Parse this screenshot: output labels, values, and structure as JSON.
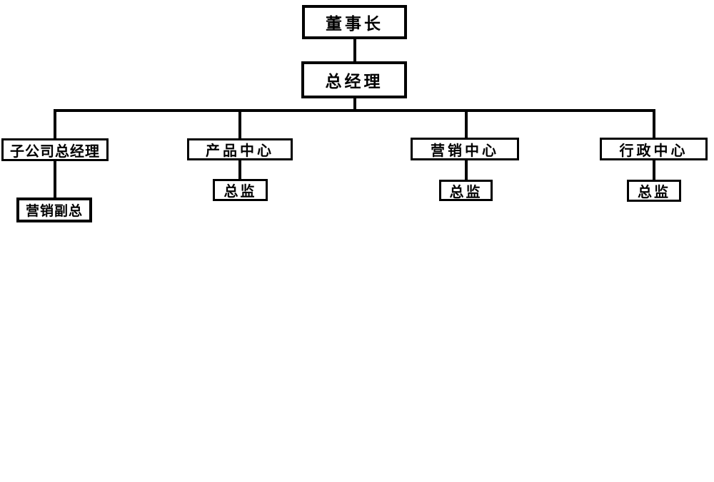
{
  "diagram": {
    "type": "org-chart",
    "colors": {
      "line": "#000000",
      "box_border": "#000000",
      "box_fill": "#ffffff",
      "background": "#ffffff",
      "text": "#000000"
    },
    "nodes": {
      "chairman": {
        "label": "董事长"
      },
      "general_manager": {
        "label": "总经理"
      },
      "subsidiary_gm": {
        "label": "子公司总经理"
      },
      "product_center": {
        "label": "产品中心"
      },
      "marketing_center": {
        "label": "营销中心"
      },
      "admin_center": {
        "label": "行政中心"
      },
      "marketing_vp": {
        "label": "营销副总"
      },
      "product_director": {
        "label": "总监"
      },
      "marketing_director": {
        "label": "总监"
      },
      "admin_director": {
        "label": "总监"
      }
    },
    "edges": [
      {
        "from": "chairman",
        "to": "general_manager"
      },
      {
        "from": "general_manager",
        "to": "subsidiary_gm"
      },
      {
        "from": "general_manager",
        "to": "product_center"
      },
      {
        "from": "general_manager",
        "to": "marketing_center"
      },
      {
        "from": "general_manager",
        "to": "admin_center"
      },
      {
        "from": "subsidiary_gm",
        "to": "marketing_vp"
      },
      {
        "from": "product_center",
        "to": "product_director"
      },
      {
        "from": "marketing_center",
        "to": "marketing_director"
      },
      {
        "from": "admin_center",
        "to": "admin_director"
      }
    ]
  }
}
